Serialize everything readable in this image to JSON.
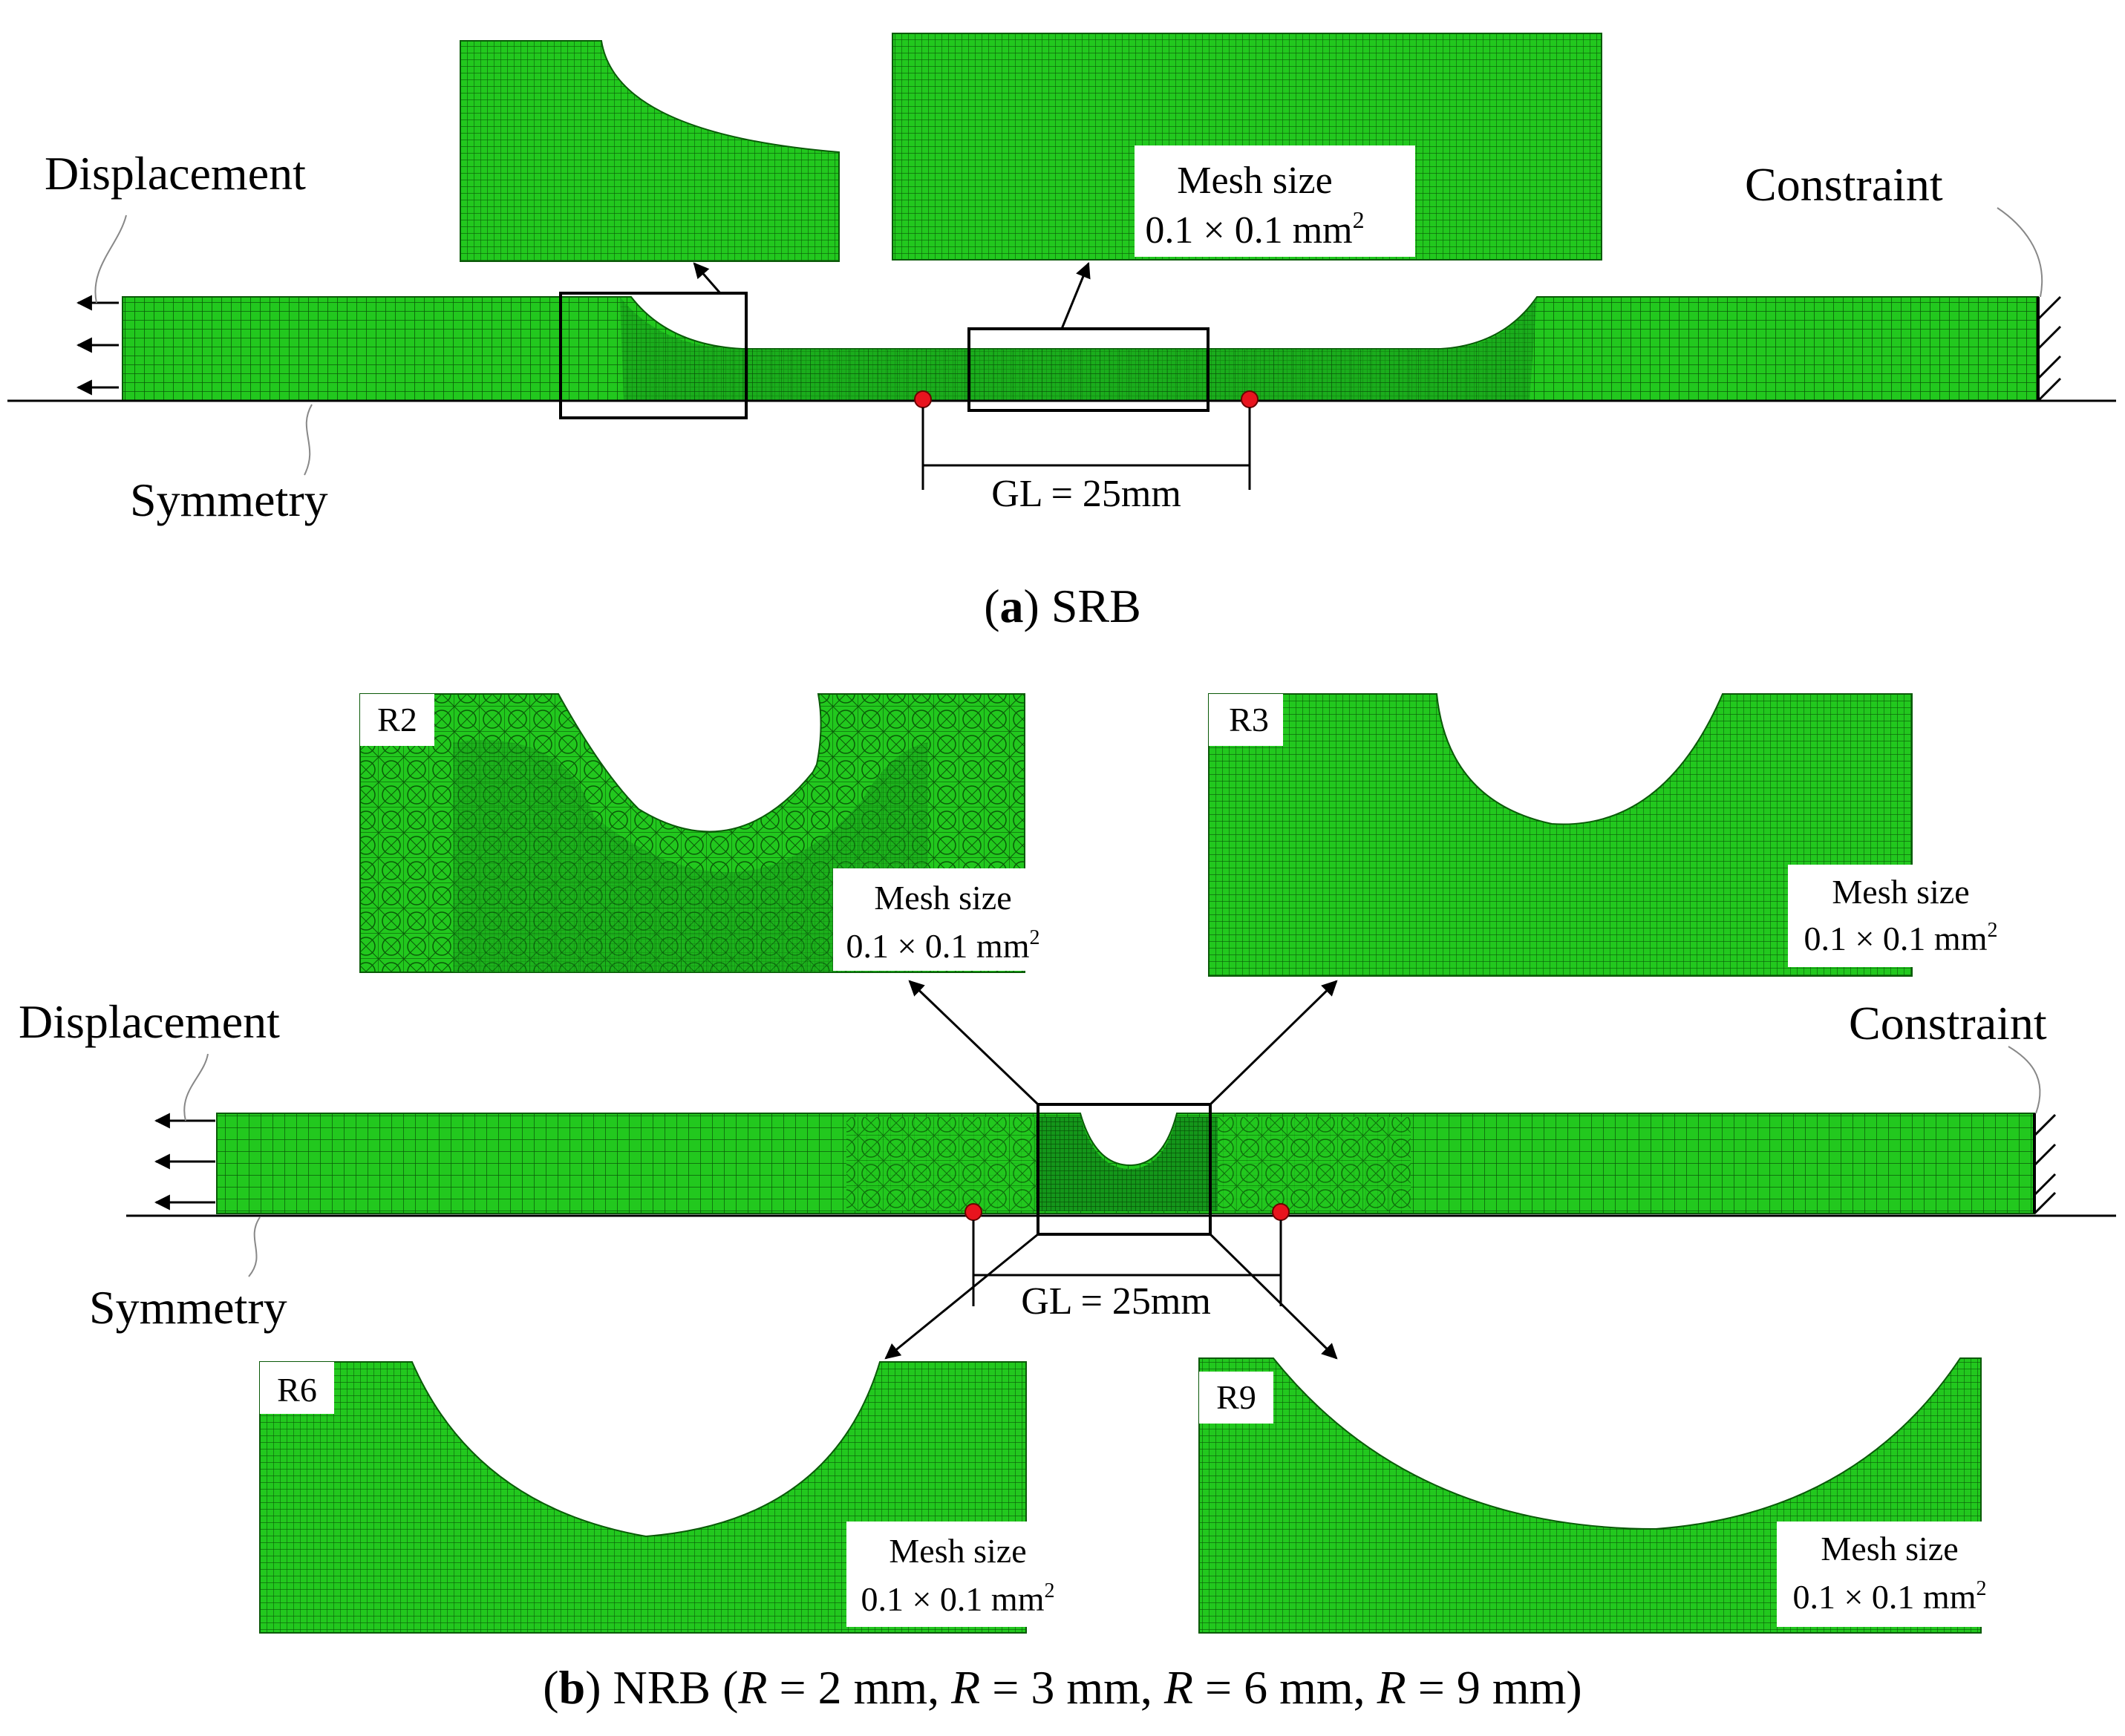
{
  "panel_a": {
    "caption_letter": "a",
    "caption_rest": " SRB",
    "displacement": "Displacement",
    "constraint": "Constraint",
    "symmetry": "Symmetry",
    "gl": "GL = 25mm",
    "mesh_label": "Mesh size",
    "mesh_value": "0.1 × 0.1 mm",
    "mesh_sup": "2"
  },
  "panel_b": {
    "caption_letter": "b",
    "caption_text1": " NRB (",
    "caption_r": "R",
    "caption_text2": " = 2 mm, ",
    "caption_text3": " = 3 mm, ",
    "caption_text4": " = 6 mm, ",
    "caption_text5": " = 9 mm)",
    "displacement": "Displacement",
    "constraint": "Constraint",
    "symmetry": "Symmetry",
    "gl": "GL = 25mm",
    "insets": [
      {
        "id": "R2",
        "label": "R2",
        "mesh_label": "Mesh size",
        "mesh_value": "0.1 × 0.1 mm",
        "mesh_sup": "2"
      },
      {
        "id": "R3",
        "label": "R3",
        "mesh_label": "Mesh size",
        "mesh_value": "0.1 × 0.1 mm",
        "mesh_sup": "2"
      },
      {
        "id": "R6",
        "label": "R6",
        "mesh_label": "Mesh size",
        "mesh_value": "0.1 × 0.1 mm",
        "mesh_sup": "2"
      },
      {
        "id": "R9",
        "label": "R9",
        "mesh_label": "Mesh size",
        "mesh_value": "0.1 × 0.1 mm",
        "mesh_sup": "2"
      }
    ]
  },
  "colors": {
    "mesh_fill": "#22c81e",
    "mesh_line": "#0a5a08",
    "dense_fill": "#0f7a0c",
    "marker": "#e8141e",
    "ink": "#000000"
  }
}
